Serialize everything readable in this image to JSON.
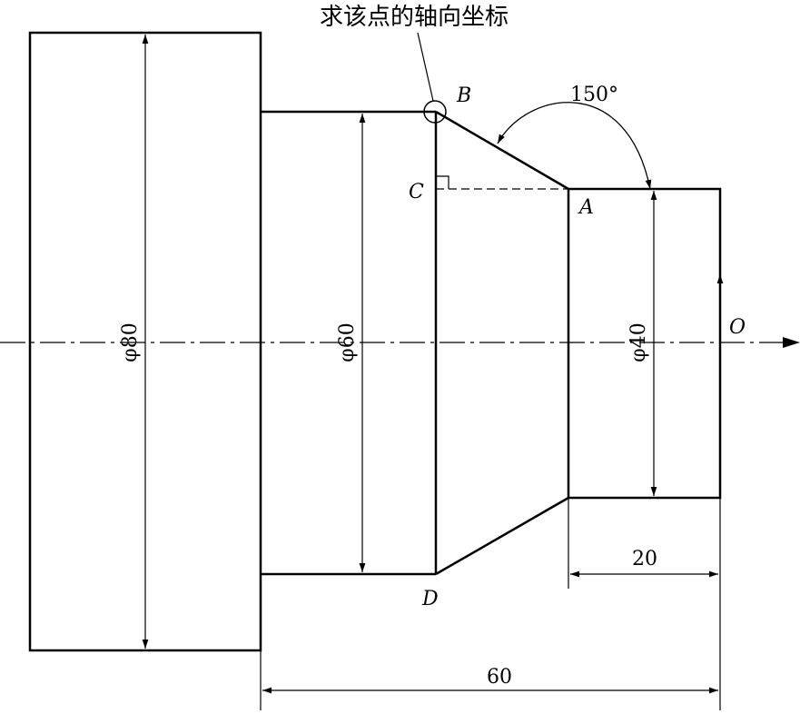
{
  "annotation": "求该点的轴向坐标",
  "angle_label": "150°",
  "points": {
    "A": "A",
    "B": "B",
    "C": "C",
    "D": "D",
    "O": "O"
  },
  "diameters": {
    "large": "φ80",
    "middle": "φ60",
    "small": "φ40"
  },
  "dimensions": {
    "short_length": "20",
    "total_length": "60"
  }
}
